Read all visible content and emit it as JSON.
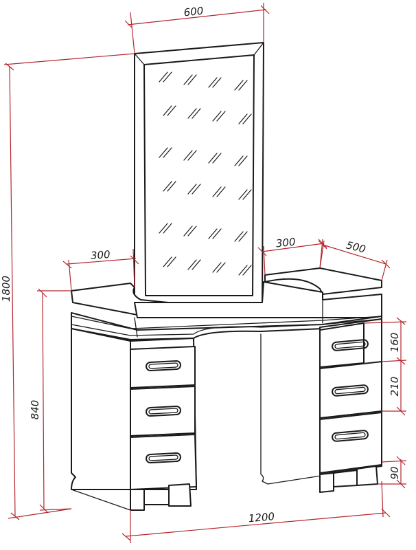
{
  "dimensions": {
    "mirror_width": "600",
    "total_height": "1800",
    "left_side_depth": "300",
    "right_side_depth": "300",
    "cabinet_depth": "500",
    "table_height": "840",
    "drawer_top_height": "160",
    "drawer_mid_height": "210",
    "leg_height": "90",
    "total_width": "1200"
  },
  "colors": {
    "dimension_line": "#b3262d",
    "outline": "#1a1a1a"
  }
}
